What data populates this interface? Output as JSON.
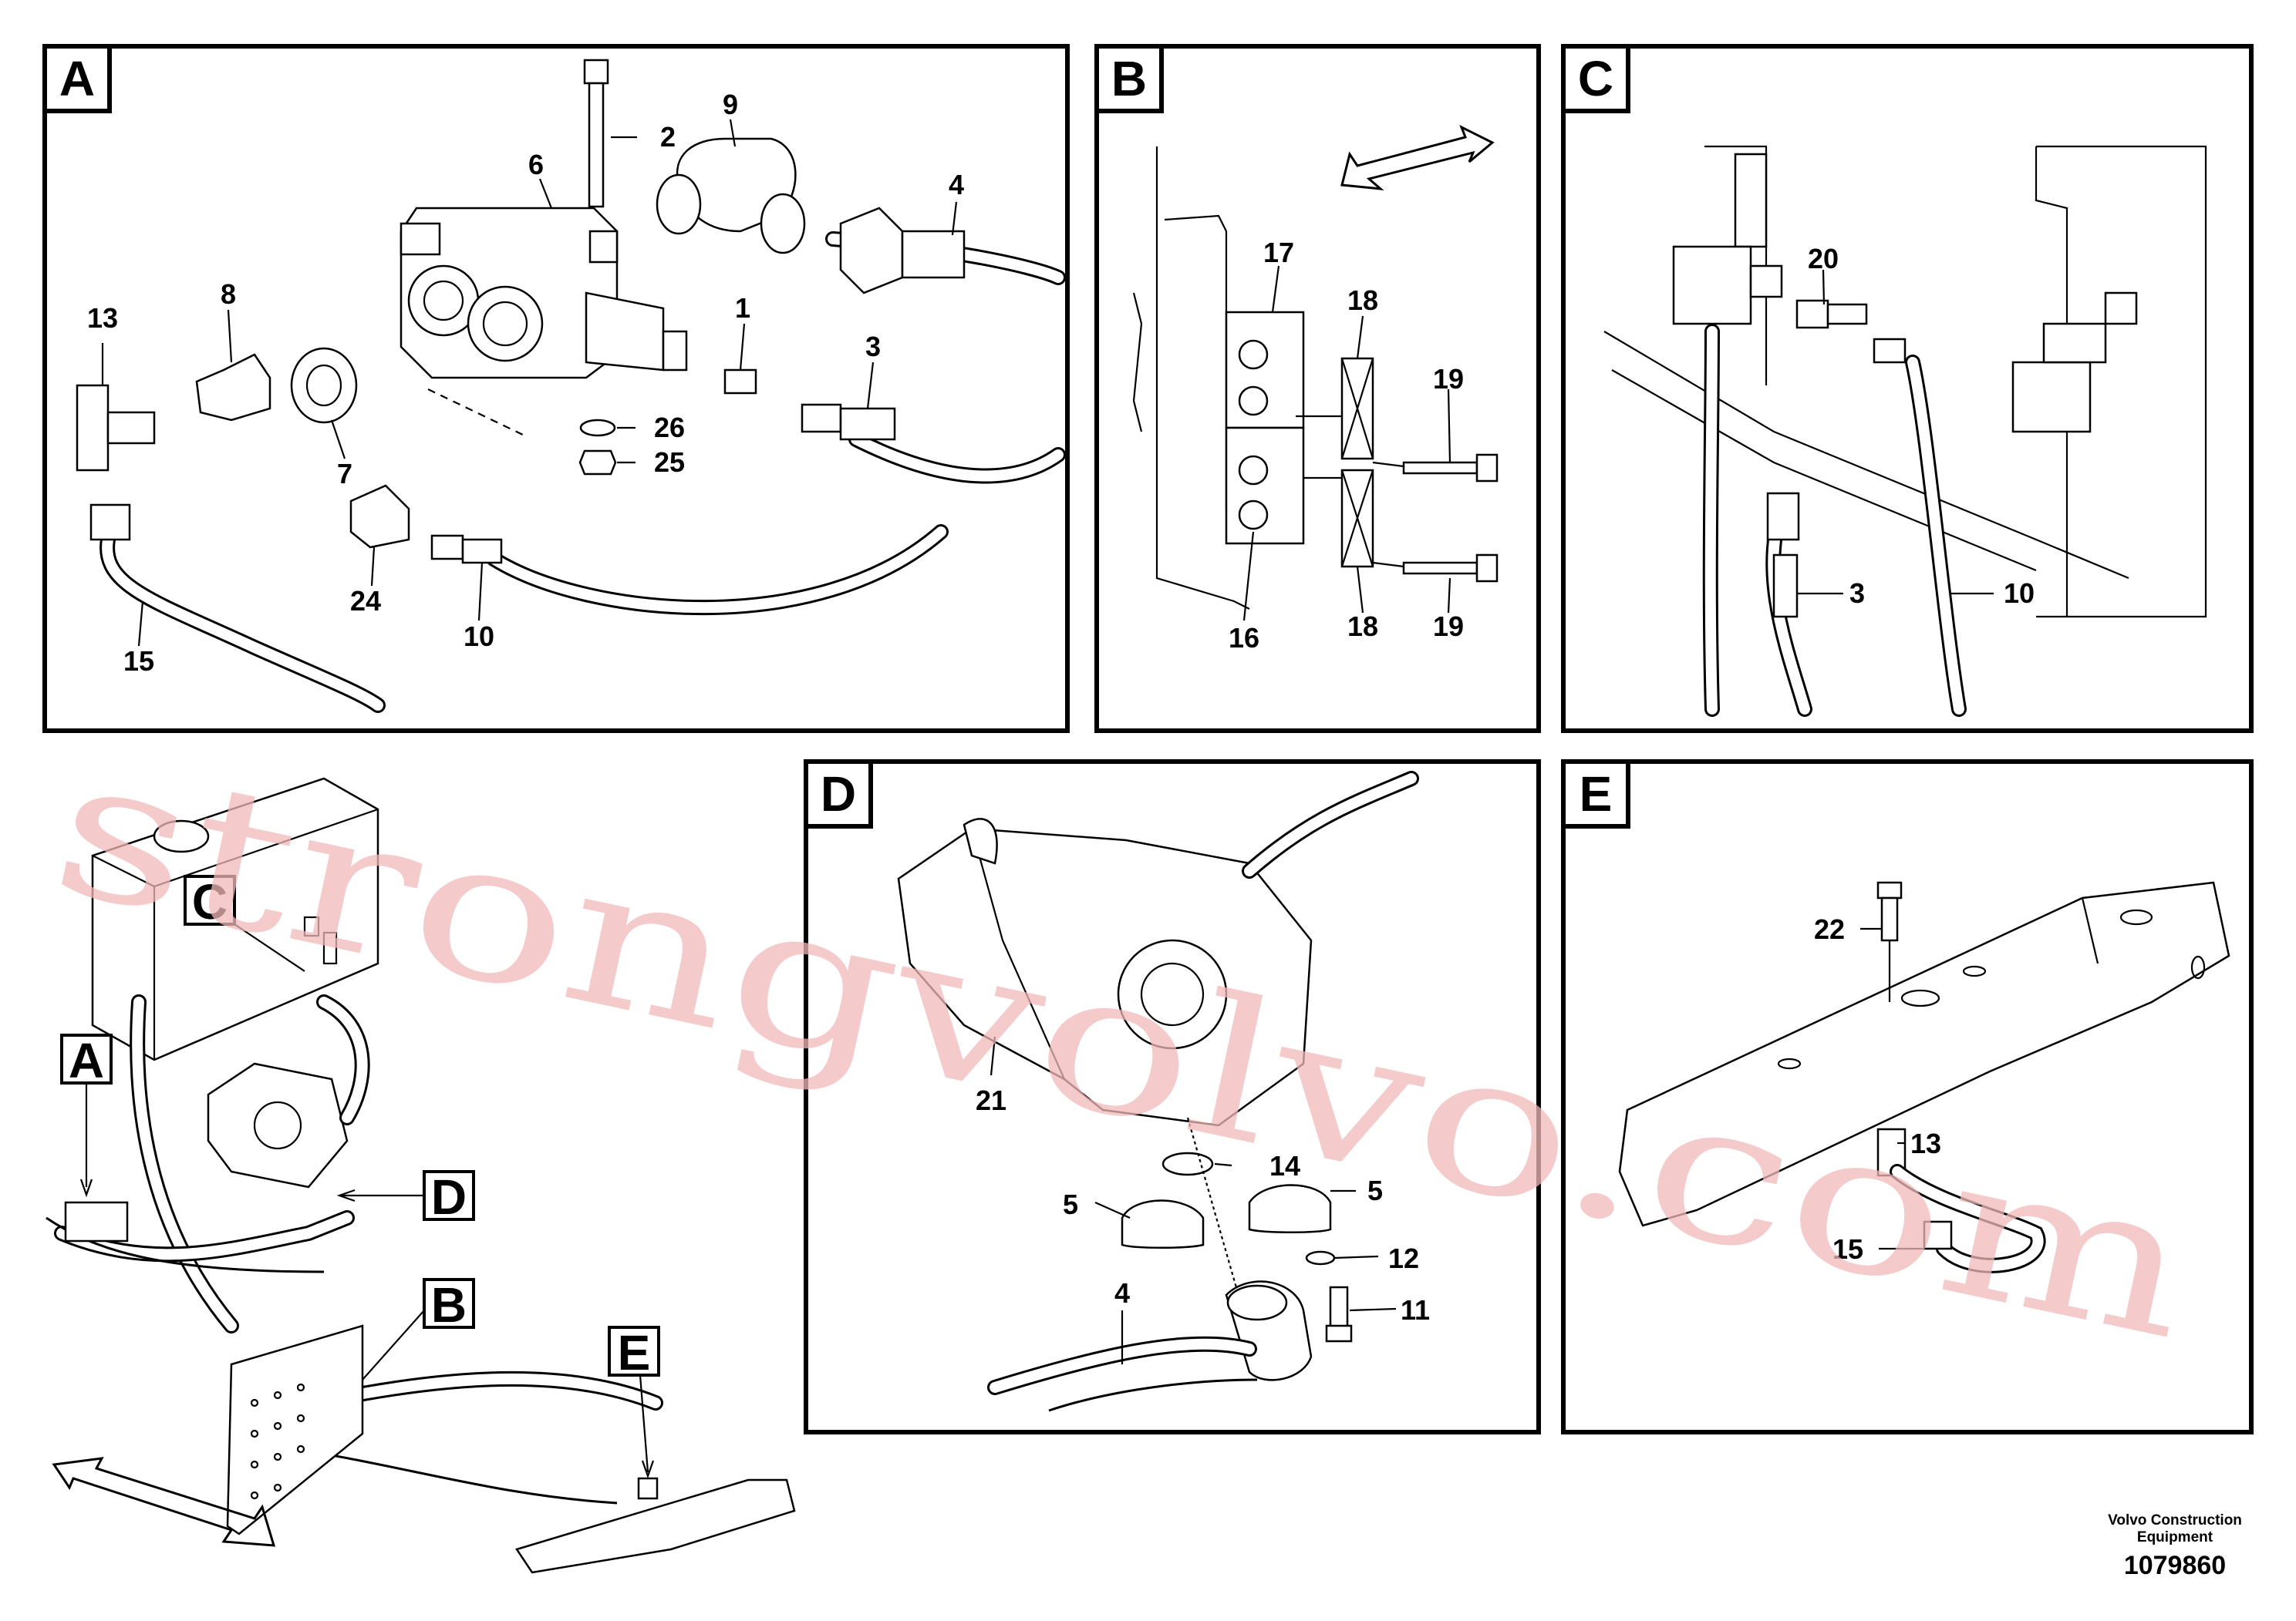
{
  "panels": {
    "A": {
      "label": "A",
      "callouts": {
        "c1": "1",
        "c2": "2",
        "c3": "3",
        "c4": "4",
        "c6": "6",
        "c7": "7",
        "c8": "8",
        "c9": "9",
        "c10": "10",
        "c13": "13",
        "c15": "15",
        "c24": "24",
        "c25": "25",
        "c26": "26"
      }
    },
    "B": {
      "label": "B",
      "callouts": {
        "c16": "16",
        "c17": "17",
        "c18a": "18",
        "c18b": "18",
        "c19a": "19",
        "c19b": "19"
      }
    },
    "C": {
      "label": "C",
      "callouts": {
        "c3": "3",
        "c10": "10",
        "c20": "20"
      }
    },
    "D": {
      "label": "D",
      "callouts": {
        "c4": "4",
        "c5a": "5",
        "c5b": "5",
        "c11": "11",
        "c12": "12",
        "c14": "14",
        "c21": "21"
      }
    },
    "E": {
      "label": "E",
      "callouts": {
        "c13": "13",
        "c15": "15",
        "c22": "22"
      }
    }
  },
  "overview": {
    "labels": {
      "A": "A",
      "B": "B",
      "C": "C",
      "D": "D",
      "E": "E"
    }
  },
  "watermark": "strongvolvo.com",
  "footer": {
    "company_line1": "Volvo Construction",
    "company_line2": "Equipment",
    "doc_number": "1079860"
  }
}
